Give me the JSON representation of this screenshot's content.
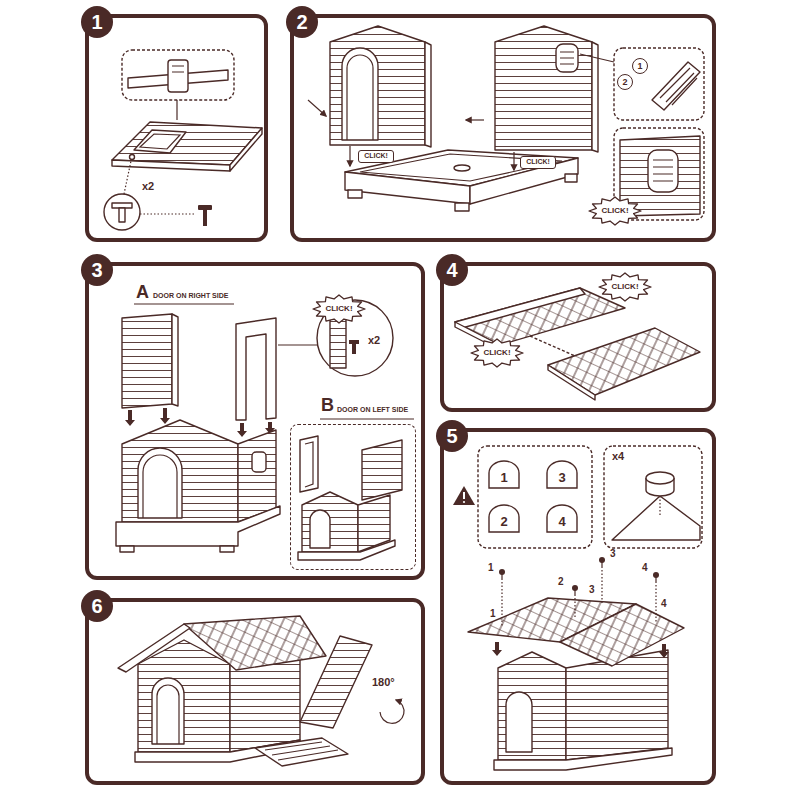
{
  "diagram": {
    "nodes": [
      {
        "text": [
          "1"
        ]
      },
      {
        "text": [
          "2"
        ]
      },
      {
        "text": [
          "CLICK!"
        ],
        "in": 1
      },
      {
        "text": [
          "CLICK!"
        ],
        "in": 1
      },
      {
        "text": [
          "1"
        ],
        "in": 1
      },
      {
        "text": [
          "2"
        ],
        "in": 1
      },
      {
        "text": [
          "CLICK!"
        ],
        "in": 1
      },
      {
        "text": [
          "3"
        ]
      },
      {
        "text": [
          "CLICK!"
        ],
        "in": 7
      },
      {
        "text": [
          "B",
          "DOOR ON LEFT SIDE"
        ],
        "in": 7
      },
      {
        "text": [
          "4"
        ]
      },
      {
        "text": [
          "CLICK!"
        ],
        "in": 10
      },
      {
        "text": [
          "CLICK!"
        ],
        "in": 10
      },
      {
        "text": [
          "5"
        ]
      },
      {
        "text": [
          "1"
        ],
        "in": 13
      },
      {
        "text": [
          "3"
        ],
        "in": 13
      },
      {
        "text": [
          "2"
        ],
        "in": 13
      },
      {
        "text": [
          "4"
        ],
        "in": 13
      },
      {
        "text": [
          "6"
        ]
      }
    ],
    "labels": [
      "x2",
      "A",
      "DOOR ON RIGHT SIDE",
      "x2",
      "x4",
      "1",
      "3",
      "2",
      "4",
      "1",
      "3",
      "4",
      "180°"
    ]
  }
}
